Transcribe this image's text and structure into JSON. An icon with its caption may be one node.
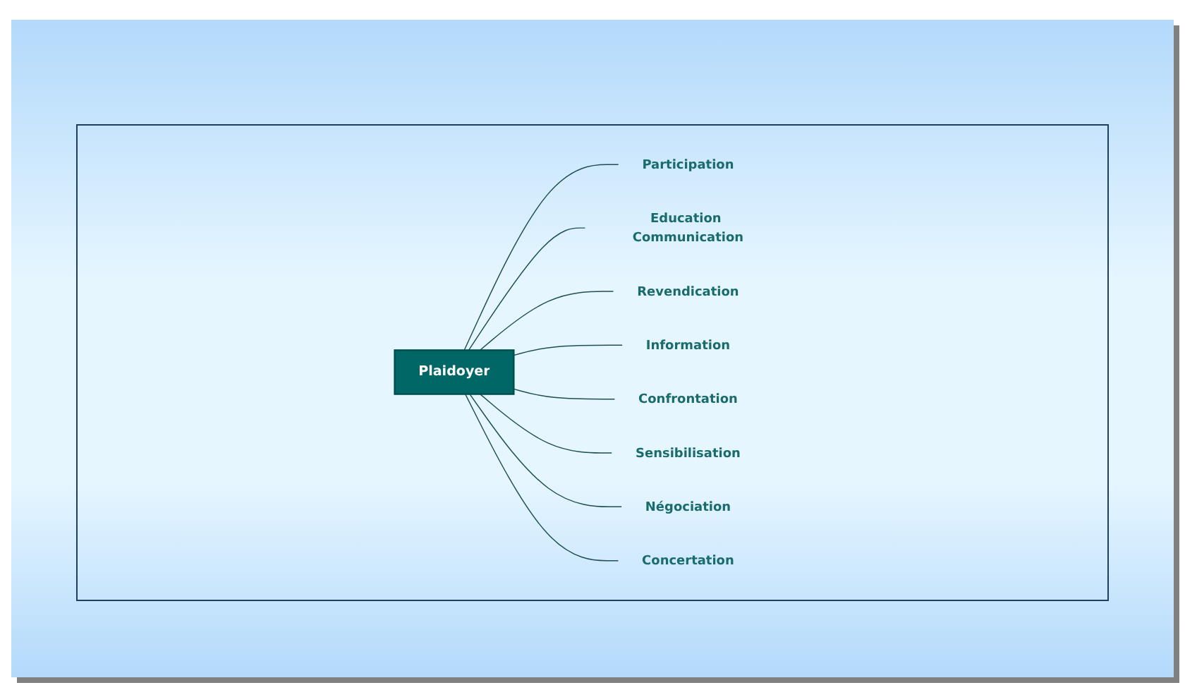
{
  "diagram": {
    "nodes": [
      {
        "text": [
          "Participation"
        ]
      },
      {
        "text": [
          "Education Communication"
        ]
      },
      {
        "text": [
          "Revendication"
        ]
      },
      {
        "text": [
          "Information"
        ]
      },
      {
        "text": [
          "Plaidoyer"
        ]
      },
      {
        "text": [
          "Confrontation"
        ]
      },
      {
        "text": [
          "Sensibilisation"
        ]
      },
      {
        "text": [
          "Négociation"
        ]
      },
      {
        "text": [
          "Concertation"
        ]
      }
    ],
    "edges": [
      {
        "from": 4,
        "to": 0,
        "arrow": "none"
      },
      {
        "from": 4,
        "to": 1,
        "arrow": "none"
      },
      {
        "from": 4,
        "to": 2,
        "arrow": "none"
      },
      {
        "from": 4,
        "to": 3,
        "arrow": "none"
      },
      {
        "from": 4,
        "to": 5,
        "arrow": "none"
      },
      {
        "from": 4,
        "to": 6,
        "arrow": "none"
      },
      {
        "from": 4,
        "to": 7,
        "arrow": "none"
      },
      {
        "from": 4,
        "to": 8,
        "arrow": "none"
      }
    ]
  }
}
